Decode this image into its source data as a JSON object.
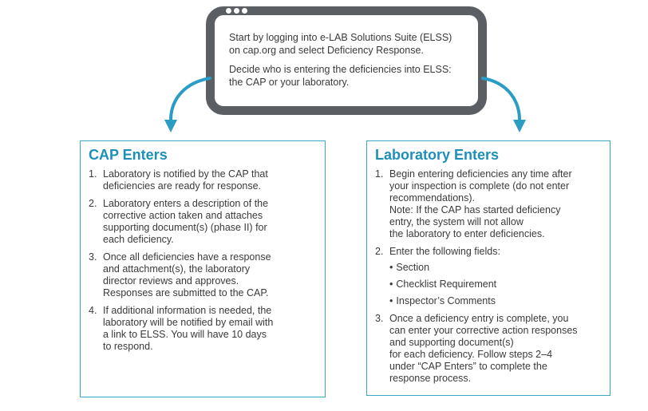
{
  "top_box": {
    "line1": "Start by logging into e-LAB Solutions Suite (ELSS)",
    "line2": "on cap.org and select Deficiency Response.",
    "line3": "Decide who is entering the deficiencies into ELSS:",
    "line4": "the CAP or your laboratory."
  },
  "cap_enters": {
    "title": "CAP Enters",
    "steps": [
      {
        "num": "1.",
        "lines": [
          "Laboratory is notified by the CAP that",
          "deficiencies are ready for response."
        ]
      },
      {
        "num": "2.",
        "lines": [
          "Laboratory enters a description of the",
          "corrective action taken and attaches",
          "supporting document(s) (phase II) for",
          "each deficiency."
        ]
      },
      {
        "num": "3.",
        "lines": [
          "Once all deficiencies have a response",
          "and attachment(s), the laboratory",
          "director reviews and approves.",
          "Responses are submitted to the CAP."
        ]
      },
      {
        "num": "4.",
        "lines": [
          "If additional information is needed, the",
          "laboratory will be notified by email with",
          "a link to ELSS. You will have 10 days",
          "to respond."
        ]
      }
    ]
  },
  "lab_enters": {
    "title": "Laboratory Enters",
    "steps": [
      {
        "num": "1.",
        "lines": [
          "Begin entering deficiencies any time after",
          "your inspection is complete (do not enter",
          "recommendations).",
          "Note: If the CAP has started deficiency",
          "entry, the system will not allow",
          "the laboratory to enter deficiencies."
        ]
      },
      {
        "num": "2.",
        "lines": [
          "Enter the following fields:"
        ],
        "fields": [
          "Section",
          "Checklist Requirement",
          "Inspector’s Comments"
        ]
      },
      {
        "num": "3.",
        "lines": [
          "Once a deficiency entry is complete, you",
          "can enter your corrective action responses",
          "and supporting document(s)",
          "for each deficiency. Follow steps 2–4",
          "under “CAP Enters” to complete the",
          "response process."
        ]
      }
    ]
  },
  "colors": {
    "accent": "#1f8fb7",
    "arrow": "#2b9cc4",
    "window_frame": "#5b5f63"
  },
  "bullet": "•"
}
